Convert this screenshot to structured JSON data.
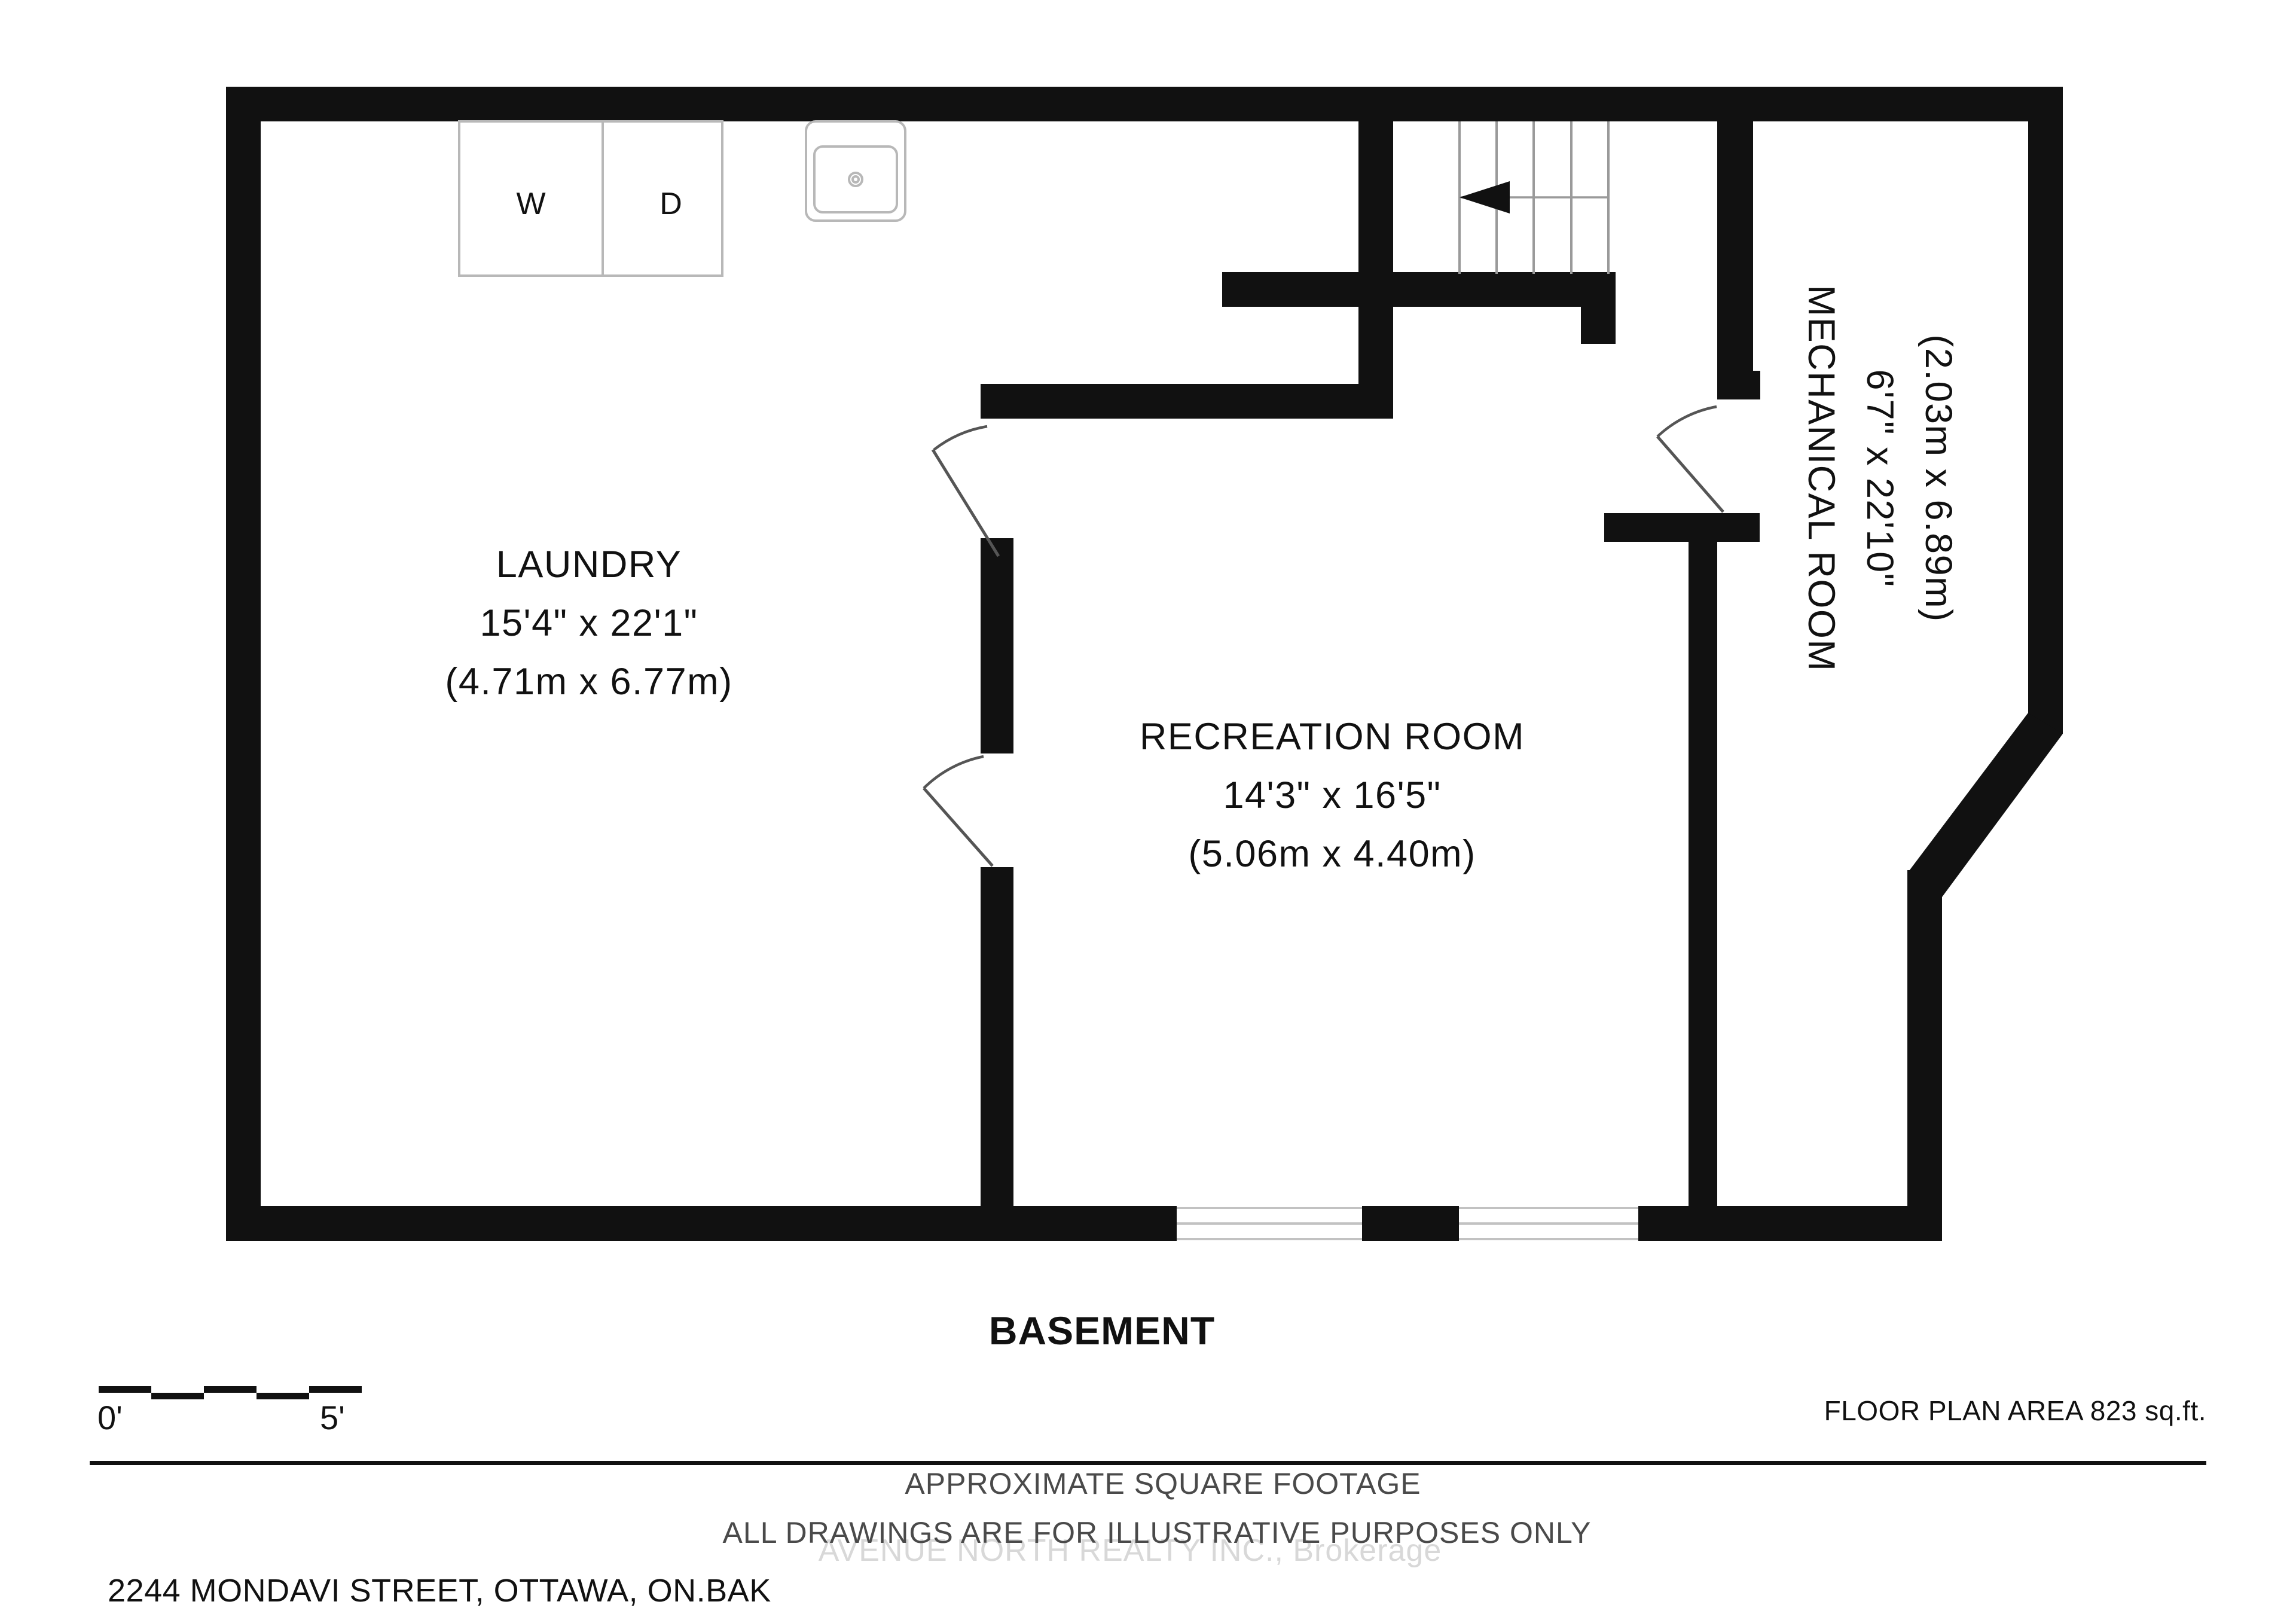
{
  "document": {
    "plan_title": "BASEMENT",
    "address": "2244 MONDAVI STREET, OTTAWA, ON.BAK",
    "floor_area": "FLOOR PLAN AREA 823 sq.ft.",
    "disclaimer_line1": "APPROXIMATE SQUARE FOOTAGE",
    "disclaimer_line2": "ALL DRAWINGS ARE FOR ILLUSTRATIVE PURPOSES ONLY",
    "watermark": "AVENUE NORTH REALTY INC., Brokerage"
  },
  "scale_bar": {
    "start_label": "0'",
    "end_label": "5'"
  },
  "rooms": [
    {
      "id": "laundry",
      "name": "LAUNDRY",
      "dim_imperial": "15'4\" x 22'1\"",
      "dim_metric": "(4.71m x 6.77m)",
      "orientation": "horizontal"
    },
    {
      "id": "recreation-room",
      "name": "RECREATION ROOM",
      "dim_imperial": "14'3\" x 16'5\"",
      "dim_metric": "(5.06m x 4.40m)",
      "orientation": "horizontal"
    },
    {
      "id": "mechanical-room",
      "name": "MECHANICAL ROOM",
      "dim_imperial": "6'7\" x 22'10\"",
      "dim_metric": "(2.03m x 6.89m)",
      "orientation": "vertical"
    }
  ],
  "fixtures": [
    {
      "id": "washer",
      "label": "W"
    },
    {
      "id": "dryer",
      "label": "D"
    },
    {
      "id": "sink",
      "label": ""
    }
  ],
  "colors": {
    "wall": "#111111",
    "background": "#ffffff",
    "fixture_outline": "#b8b8b8",
    "door_swing": "#555555",
    "watermark": "#d8d8d8",
    "disclaimer": "#4a4a4a"
  }
}
